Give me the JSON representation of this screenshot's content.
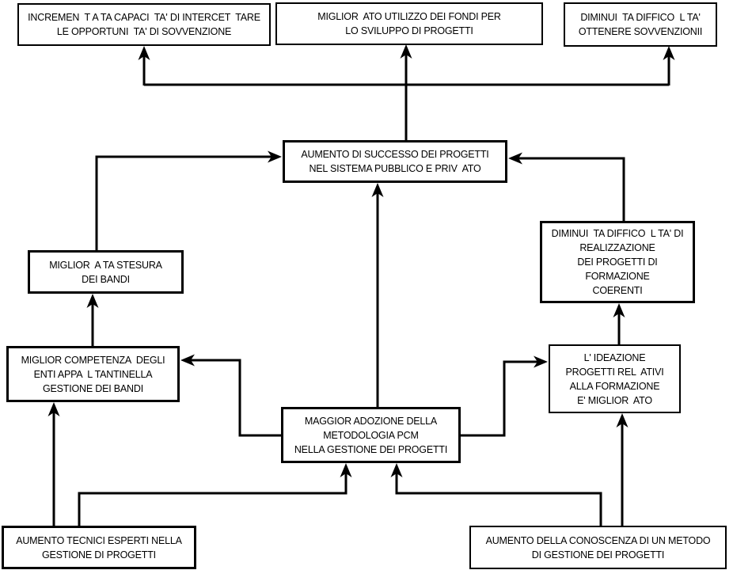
{
  "diagram": {
    "type": "objectives-tree-flowchart",
    "colors": {
      "background": "#ffffff",
      "box_border": "#000000",
      "line": "#000000",
      "text": "#000000"
    },
    "nodes": [
      {
        "id": "incrementata-capacita",
        "text": "INCREMEN  T A TA CAPACI  TA' DI INTERCET  TARE\nLE OPPORTUNI  TA' DI SOVVENZIONE"
      },
      {
        "id": "migliorato-utilizzo-fondi",
        "text": "MIGLIOR  ATO UTILIZZO DEI FONDI PER\nLO SVILUPPO DI PROGETTI"
      },
      {
        "id": "diminuita-difficolta-sovvenzioni",
        "text": "DIMINUI  TA DIFFICO  L TA'\nOTTENERE SOVVENZIONII"
      },
      {
        "id": "aumento-successo-progetti",
        "text": "AUMENTO DI SUCCESSO DEI PROGETTI\nNEL SISTEMA PUBBLICO E PRIV  ATO"
      },
      {
        "id": "diminuita-difficolta-realizzazione",
        "text": "DIMINUI  TA DIFFICO  L TA' DI\nREALIZZAZIONE\nDEI PROGETTI DI\nFORMAZIONE\nCOERENTI"
      },
      {
        "id": "migliorata-stesura-bandi",
        "text": "MIGLIOR  A TA STESURA\nDEI BANDI"
      },
      {
        "id": "miglior-competenza-enti",
        "text": "MIGLIOR COMPETENZA  DEGLI\nENTI APPA  L TANTINELLA\nGESTIONE DEI BANDI"
      },
      {
        "id": "ideazione-progetti-formazione",
        "text": "L' IDEAZIONE\nPROGETTI REL  ATIVI\nALLA FORMAZIONE\nE' MIGLIOR  ATO"
      },
      {
        "id": "maggior-adozione-pcm",
        "text": "MAGGIOR ADOZIONE DELLA\nMETODOLOGIA PCM\nNELLA GESTIONE DEI PROGETTI"
      },
      {
        "id": "aumento-tecnici-esperti",
        "text": "AUMENTO TECNICI ESPERTI NELLA\nGESTIONE DI PROGETTI"
      },
      {
        "id": "aumento-conoscenza-metodo",
        "text": "AUMENTO DELLA CONOSCENZA DI UN METODO\nDI GESTIONE DEI PROGETTI"
      }
    ],
    "edges": [
      {
        "from": "maggior-adozione-pcm",
        "to": "aumento-successo-progetti"
      },
      {
        "from": "aumento-successo-progetti",
        "to": "incrementata-capacita"
      },
      {
        "from": "aumento-successo-progetti",
        "to": "migliorato-utilizzo-fondi"
      },
      {
        "from": "aumento-successo-progetti",
        "to": "diminuita-difficolta-sovvenzioni"
      },
      {
        "from": "migliorata-stesura-bandi",
        "to": "aumento-successo-progetti"
      },
      {
        "from": "diminuita-difficolta-realizzazione",
        "to": "aumento-successo-progetti"
      },
      {
        "from": "maggior-adozione-pcm",
        "to": "miglior-competenza-enti"
      },
      {
        "from": "maggior-adozione-pcm",
        "to": "ideazione-progetti-formazione"
      },
      {
        "from": "miglior-competenza-enti",
        "to": "migliorata-stesura-bandi"
      },
      {
        "from": "ideazione-progetti-formazione",
        "to": "diminuita-difficolta-realizzazione"
      },
      {
        "from": "aumento-tecnici-esperti",
        "to": "miglior-competenza-enti"
      },
      {
        "from": "aumento-tecnici-esperti",
        "to": "maggior-adozione-pcm"
      },
      {
        "from": "aumento-conoscenza-metodo",
        "to": "maggior-adozione-pcm"
      },
      {
        "from": "aumento-conoscenza-metodo",
        "to": "ideazione-progetti-formazione"
      }
    ]
  }
}
